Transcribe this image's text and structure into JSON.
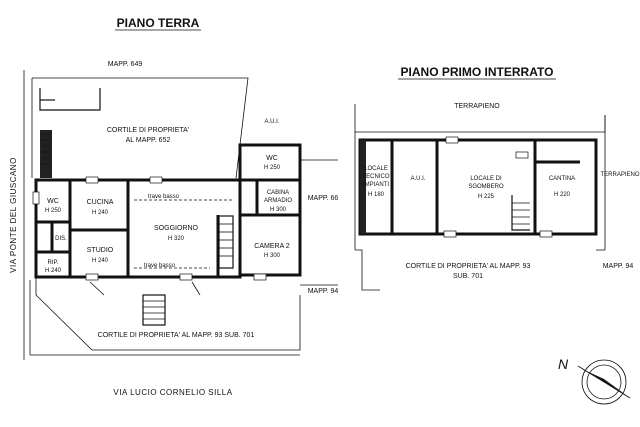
{
  "titles": {
    "ground": "PIANO TERRA",
    "basement": "PIANO PRIMO INTERRATO"
  },
  "ground_floor": {
    "mapp_top": "MAPP. 649",
    "courtyard_line1": "CORTILE DI PROPRIETA'",
    "courtyard_line2": "AL MAPP. 652",
    "aui": "A.U.I.",
    "wc_right": "WC",
    "wc_right_h": "H 250",
    "cabina_line1": "CABINA",
    "cabina_line2": "ARMADIO",
    "cabina_h": "H 300",
    "mapp_66": "MAPP. 66",
    "wc_left": "WC",
    "wc_left_h": "H 250",
    "cucina": "CUCINA",
    "cucina_h": "H 240",
    "trave_top": "trave basso",
    "soggiorno": "SOGGIORNO",
    "soggiorno_h": "H 320",
    "dis": "DIS.",
    "studio": "STUDIO",
    "studio_h": "H 240",
    "rip": "RIP.",
    "rip_h": "H 240",
    "trave_bottom": "trave basso",
    "camera": "CAMERA 2",
    "camera_h": "H 300",
    "mapp_94": "MAPP. 94",
    "courtyard_bottom": "CORTILE DI PROPRIETA' AL MAPP. 93 SUB. 701",
    "street_left": "VIA  PONTE  DEL  GIUSCANO",
    "street_bottom": "VIA   LUCIO CORNELIO SILLA"
  },
  "basement": {
    "terrapieno_top": "TERRAPIENO",
    "terrapieno_right": "TERRAPIENO",
    "locale_tec_line1": "LOCALE",
    "locale_tec_line2": "TECNICO",
    "locale_tec_line3": "IMPIANTI",
    "locale_tec_h": "H 180",
    "aui": "A.U.I.",
    "sgombero_line1": "LOCALE DI",
    "sgombero_line2": "SGOMBERO",
    "sgombero_h": "H 225",
    "cantina": "CANTINA",
    "cantina_h": "H 220",
    "courtyard_line1": "CORTILE DI PROPRIETA' AL MAPP. 93",
    "courtyard_line2": "SUB. 701",
    "mapp_94": "MAPP. 94"
  },
  "compass": {
    "label": "N"
  }
}
